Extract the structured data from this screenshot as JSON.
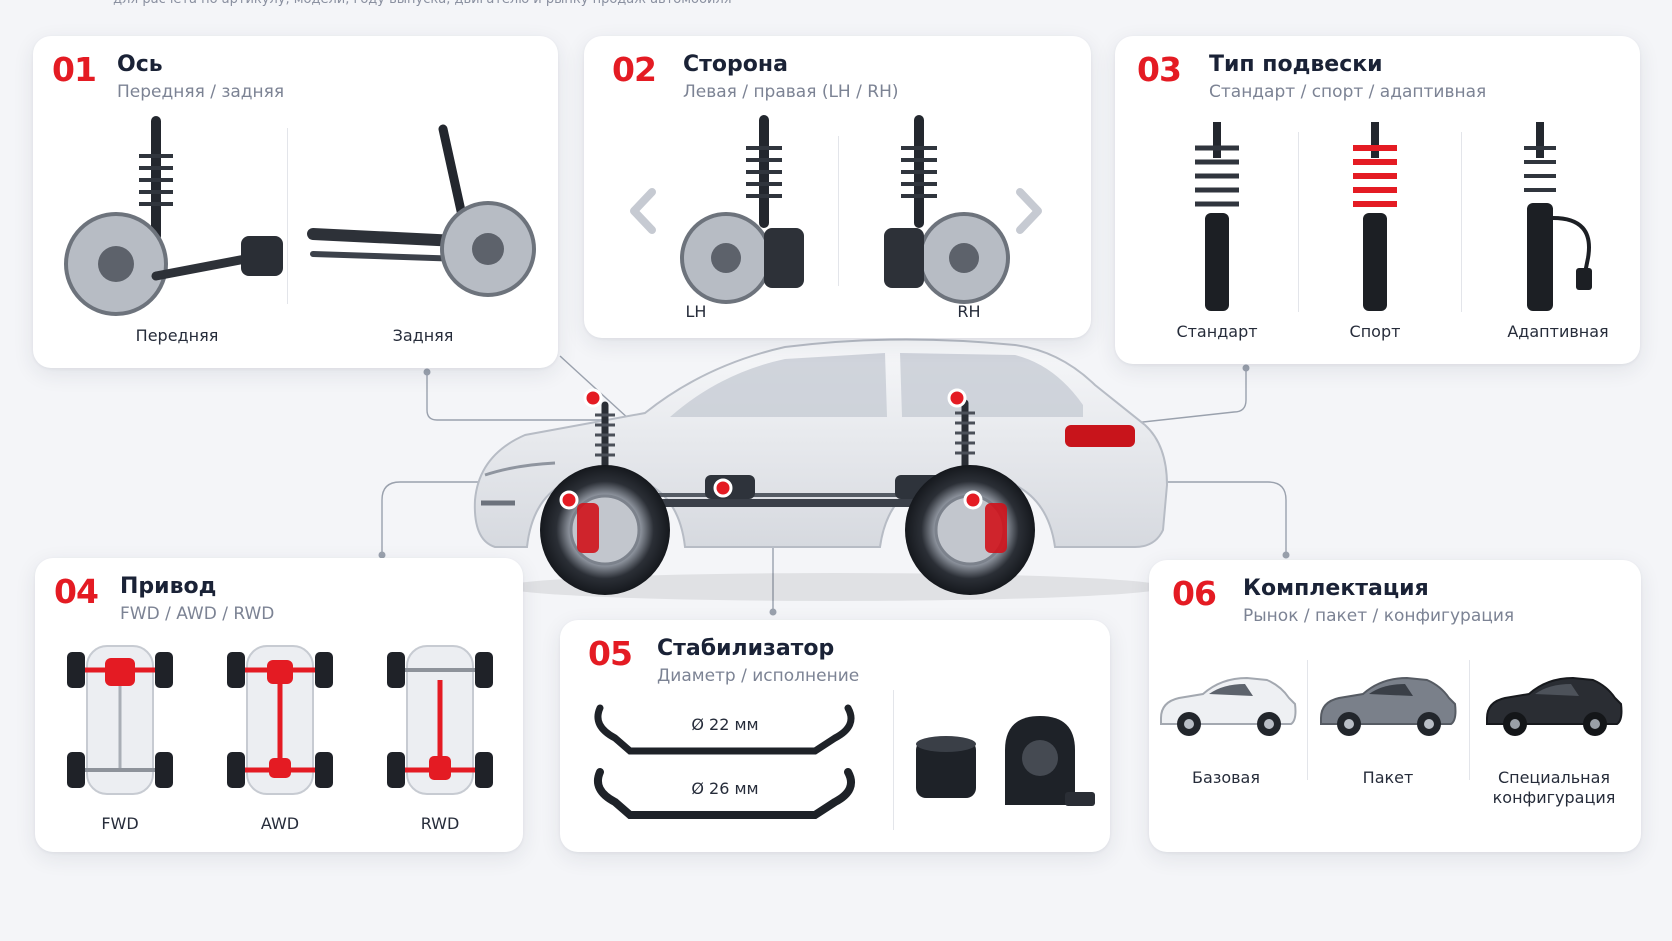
{
  "header": {
    "caption": "— для расчёта по артикулу, модели, году выпуска, двигателю и рынку продаж автомобиля"
  },
  "cards": {
    "axle": {
      "number": "01",
      "title": "Ось",
      "subtitle": "Передняя / задняя",
      "options": [
        "Передняя",
        "Задняя"
      ]
    },
    "side": {
      "number": "02",
      "title": "Сторона",
      "subtitle": "Левая / правая (LH / RH)",
      "options": [
        "LH",
        "RH"
      ]
    },
    "suspension": {
      "number": "03",
      "title": "Тип подвески",
      "subtitle": "Стандарт / спорт / адаптивная",
      "options": [
        "Стандарт",
        "Спорт",
        "Адаптивная"
      ]
    },
    "drive": {
      "number": "04",
      "title": "Привод",
      "subtitle": "FWD / AWD / RWD",
      "options": [
        "FWD",
        "AWD",
        "RWD"
      ]
    },
    "stabilizer": {
      "number": "05",
      "title": "Стабилизатор",
      "subtitle": "Диаметр / исполнение",
      "diameters": [
        "Ø 22 мм",
        "Ø 26 мм"
      ]
    },
    "trim": {
      "number": "06",
      "title": "Комплектация",
      "subtitle": "Рынок / пакет / конфигурация",
      "options": [
        "Базовая",
        "Пакет",
        "Специальная",
        "конфигурация"
      ]
    }
  },
  "icons": {
    "prev": "chevron-left-icon",
    "next": "chevron-right-icon"
  },
  "colors": {
    "accent": "#e41b23",
    "title": "#1a2236",
    "subtitle": "#7c8394",
    "card": "#ffffff",
    "background": "#f4f5f8",
    "callout_line": "#9aa1ad"
  }
}
